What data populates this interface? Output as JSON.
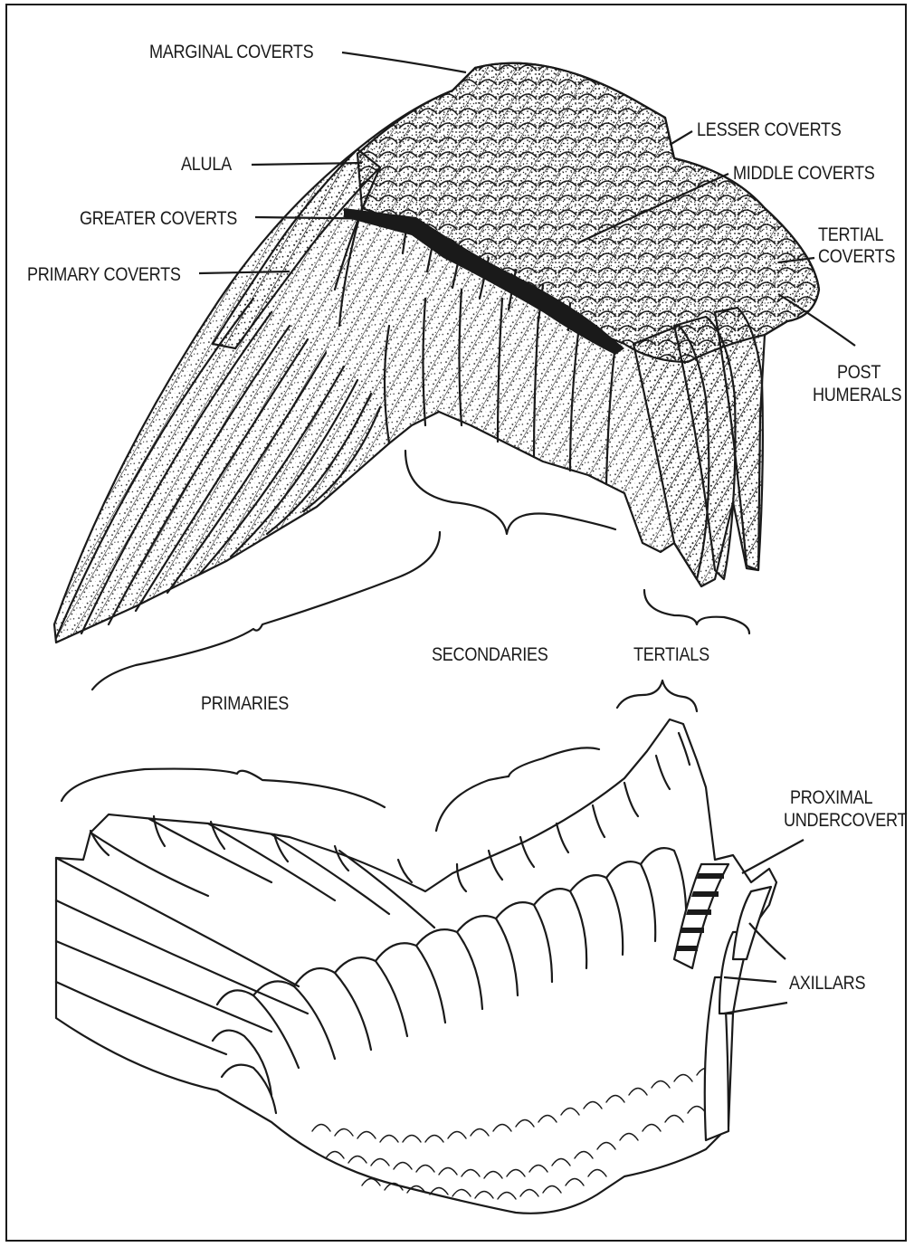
{
  "labels": {
    "marginal_coverts": "MARGINAL COVERTS",
    "lesser_coverts": "LESSER COVERTS",
    "alula": "ALULA",
    "middle_coverts": "MIDDLE COVERTS",
    "greater_coverts": "GREATER COVERTS",
    "tertial_coverts_1": "TERTIAL",
    "tertial_coverts_2": "COVERTS",
    "primary_coverts": "PRIMARY COVERTS",
    "post_humerals_1": "POST",
    "post_humerals_2": "HUMERALS",
    "secondaries": "SECONDARIES",
    "tertials": "TERTIALS",
    "primaries": "PRIMARIES",
    "proximal_undercovert_1": "PROXIMAL",
    "proximal_undercovert_2": "UNDERCOVERT",
    "axillars": "AXILLARS"
  },
  "colors": {
    "ink": "#1a1a1a",
    "paper": "#ffffff"
  }
}
